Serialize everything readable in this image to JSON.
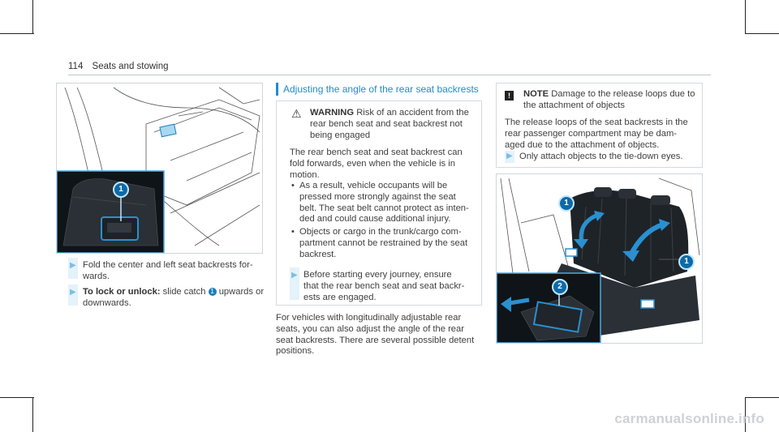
{
  "header": {
    "page_number": "114",
    "title": "Seats and stowing"
  },
  "left": {
    "step1": "Fold the center and left seat backrests for-\nwards.",
    "step2_label": "To lock or unlock:",
    "step2_text_a": " slide catch ",
    "step2_badge": "1",
    "step2_text_b": " upwards or\ndownwards.",
    "figure_badge": "1"
  },
  "middle": {
    "section_title": "Adjusting the angle of the rear seat backrests",
    "warning_label": "WARNING",
    "warning_text": "Risk of an accident from the\nrear bench seat and seat backrest not\nbeing engaged",
    "warning_body": "The rear bench seat and seat backrest can\nfold forwards, even when the vehicle is in\nmotion.",
    "bullets": [
      "As a result, vehicle occupants will be\npressed more strongly against the seat\nbelt. The seat belt cannot protect as inten-\nded and could cause additional injury.",
      "Objects or cargo in the trunk/cargo com-\npartment cannot be restrained by the seat\nbackrest."
    ],
    "action": "Before starting every journey, ensure\nthat the rear bench seat and seat backr-\nests are engaged.",
    "paragraph": "For vehicles with longitudinally adjustable rear\nseats, you can also adjust the angle of the rear\nseat backrests. There are several possible detent\npositions."
  },
  "right": {
    "note_label": "NOTE",
    "note_text": "Damage to the release loops due to\nthe attachment of objects",
    "note_body": "The release loops of the seat backrests in the\nrear passenger compartment may be dam-\naged due to the attachment of objects.",
    "note_action": "Only attach objects to the tie-down eyes.",
    "figure_badges": [
      "1",
      "1",
      "2"
    ]
  },
  "watermark": "carmanualsonline.info",
  "colors": {
    "accent": "#1f8ccc",
    "badge": "#0d6aa8",
    "arrow_bar": "#e4f2fa"
  }
}
